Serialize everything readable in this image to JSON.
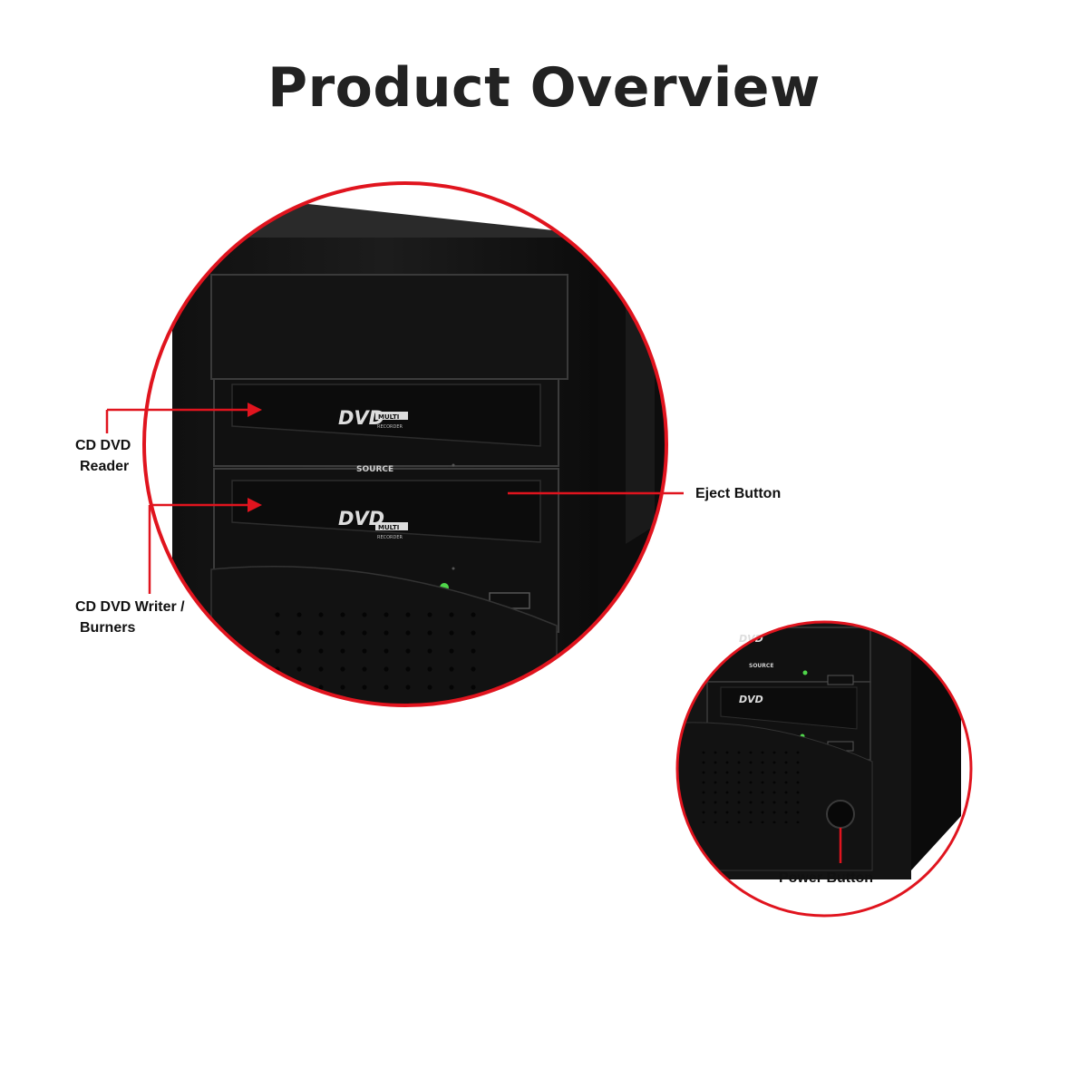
{
  "title": "Product Overview",
  "labels": {
    "reader_line1": "CD DVD",
    "reader_line2": "Reader",
    "writer_line1": "CD DVD Writer /",
    "writer_line2": "Burners",
    "eject": "Eject Button",
    "power": "Power Button"
  },
  "drive": {
    "logo_text": "DVD",
    "logo_badge": "MULTI",
    "logo_sub": "RECORDER",
    "source_label": "SOURCE"
  },
  "colors": {
    "accent_red": "#e0141e",
    "device_black": "#141414",
    "led_green": "#4fd64a"
  }
}
